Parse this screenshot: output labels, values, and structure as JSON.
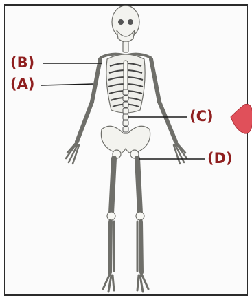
{
  "labels": {
    "a": "(A)",
    "b": "(B)",
    "c": "(C)",
    "d": "(D)"
  },
  "colors": {
    "label": "#8f1f1f",
    "leader_line": "#1a1a1a",
    "bone_fill": "#f3f3ef",
    "bone_stroke": "#6f6f6a",
    "callout": "#e0505a"
  },
  "icons": {
    "callout_blob": "red-speech-blob-icon"
  }
}
